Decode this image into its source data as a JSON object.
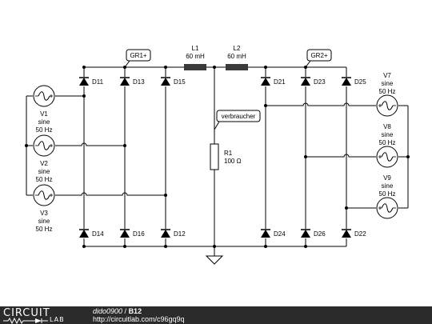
{
  "components": {
    "D11": "D11",
    "D13": "D13",
    "D15": "D15",
    "D21": "D21",
    "D23": "D23",
    "D25": "D25",
    "D14": "D14",
    "D16": "D16",
    "D12": "D12",
    "D24": "D24",
    "D26": "D26",
    "D22": "D22",
    "L1": {
      "name": "L1",
      "value": "60 mH"
    },
    "L2": {
      "name": "L2",
      "value": "60 mH"
    },
    "R1": {
      "name": "R1",
      "value": "100 Ω"
    },
    "V1": {
      "name": "V1",
      "type": "sine",
      "freq": "50 Hz"
    },
    "V2": {
      "name": "V2",
      "type": "sine",
      "freq": "50 Hz"
    },
    "V3": {
      "name": "V3",
      "type": "sine",
      "freq": "50 Hz"
    },
    "V7": {
      "name": "V7",
      "type": "sine",
      "freq": "50 Hz"
    },
    "V8": {
      "name": "V8",
      "type": "sine",
      "freq": "50 Hz"
    },
    "V9": {
      "name": "V9",
      "type": "sine",
      "freq": "50 Hz"
    }
  },
  "net_labels": {
    "gr1": "GR1+",
    "gr2": "GR2+",
    "load": "verbraucher"
  },
  "footer": {
    "logo_top": "CIRCUIT",
    "logo_bottom": "LAB",
    "author": "dido0900",
    "separator": " / ",
    "circuit_name": "B12",
    "url": "http://circuitlab.com/c96gq9q"
  },
  "colors": {
    "wire": "#000000",
    "component_fill": "#3a3a3a",
    "footer_bg": "#2b2b2b"
  }
}
